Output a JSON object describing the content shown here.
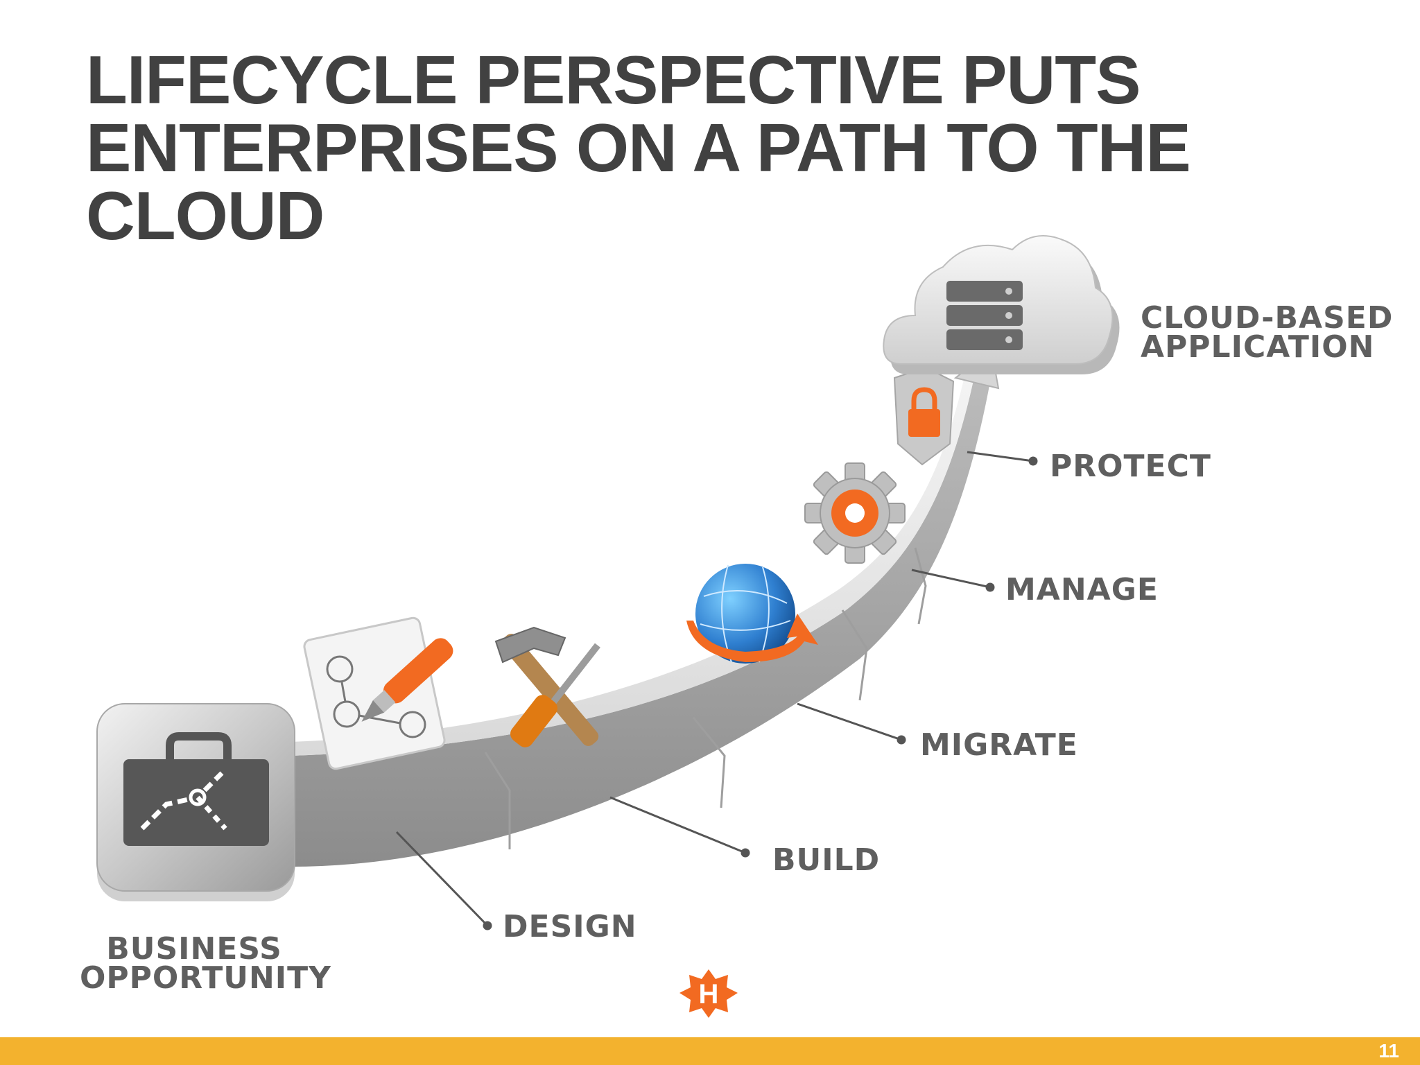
{
  "title_lines": [
    "LIFECYCLE PERSPECTIVE PUTS",
    "ENTERPRISES ON A PATH TO THE",
    "CLOUD"
  ],
  "stages": {
    "start": [
      "BUSINESS",
      "OPPORTUNITY"
    ],
    "design": "DESIGN",
    "build": "BUILD",
    "migrate": "MIGRATE",
    "manage": "MANAGE",
    "protect": "PROTECT",
    "end": [
      "CLOUD-BASED",
      "APPLICATION"
    ]
  },
  "icons": [
    "briefcase-icon",
    "blueprint-pen-icon",
    "hammer-screwdriver-icon",
    "globe-arrow-icon",
    "gear-icon",
    "shield-lock-icon",
    "cloud-server-icon",
    "company-logo-icon"
  ],
  "logo_letter": "H",
  "colors": {
    "accent_orange": "#f26a21",
    "footer_bar": "#f3b22e",
    "title_text": "#414141",
    "label_text": "#5f5f5f"
  },
  "page_number": "11"
}
